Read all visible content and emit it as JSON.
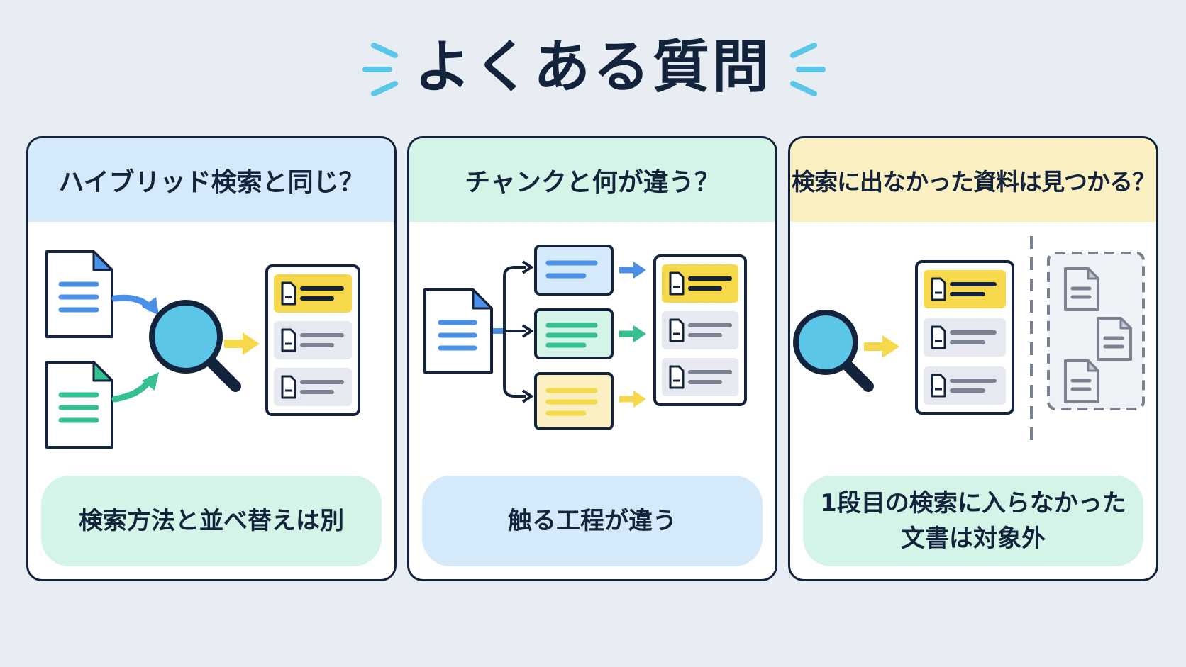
{
  "title": "よくある質問",
  "colors": {
    "ink": "#13233b",
    "blue": "#4a8fe8",
    "green": "#34c08f",
    "yellow": "#f5d94a",
    "cyan": "#5cc6e8",
    "gray": "#7a8190",
    "head_blue": "#d4eafb",
    "head_green": "#d3f4e6",
    "head_yellow": "#fbf0c2"
  },
  "cards": [
    {
      "question": "ハイブリッド検索と同じ？",
      "answer": "検索方法と並べ替えは別"
    },
    {
      "question": "チャンクと何が違う？",
      "answer": "触る工程が違う"
    },
    {
      "question": "検索に出なかった資料は見つかる？",
      "answer_lines": [
        "1段目の検索に入らなかった",
        "文書は対象外"
      ]
    }
  ]
}
